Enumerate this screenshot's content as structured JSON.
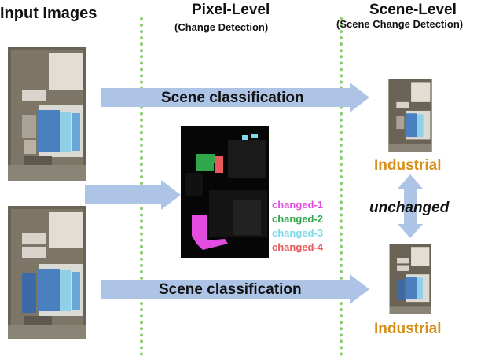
{
  "columns": {
    "input": {
      "title": "Input Images"
    },
    "pixel": {
      "title": "Pixel-Level",
      "subtitle": "(Change Detection)"
    },
    "scene": {
      "title": "Scene-Level",
      "subtitle": "(Scene Change Detection)"
    }
  },
  "arrows": {
    "top_label": "Scene classification",
    "bottom_label": "Scene classification"
  },
  "results": {
    "top_class": "Industrial",
    "bottom_class": "Industrial",
    "relation": "unchanged",
    "class_color": "#d4901a"
  },
  "legend": [
    {
      "label": "changed-1",
      "color": "#e24de0"
    },
    {
      "label": "changed-2",
      "color": "#2ea84a"
    },
    {
      "label": "changed-3",
      "color": "#7fd8e8"
    },
    {
      "label": "changed-4",
      "color": "#e85a5a"
    }
  ],
  "colors": {
    "arrow": "#adc4e6",
    "divider": "#8ccc70"
  }
}
